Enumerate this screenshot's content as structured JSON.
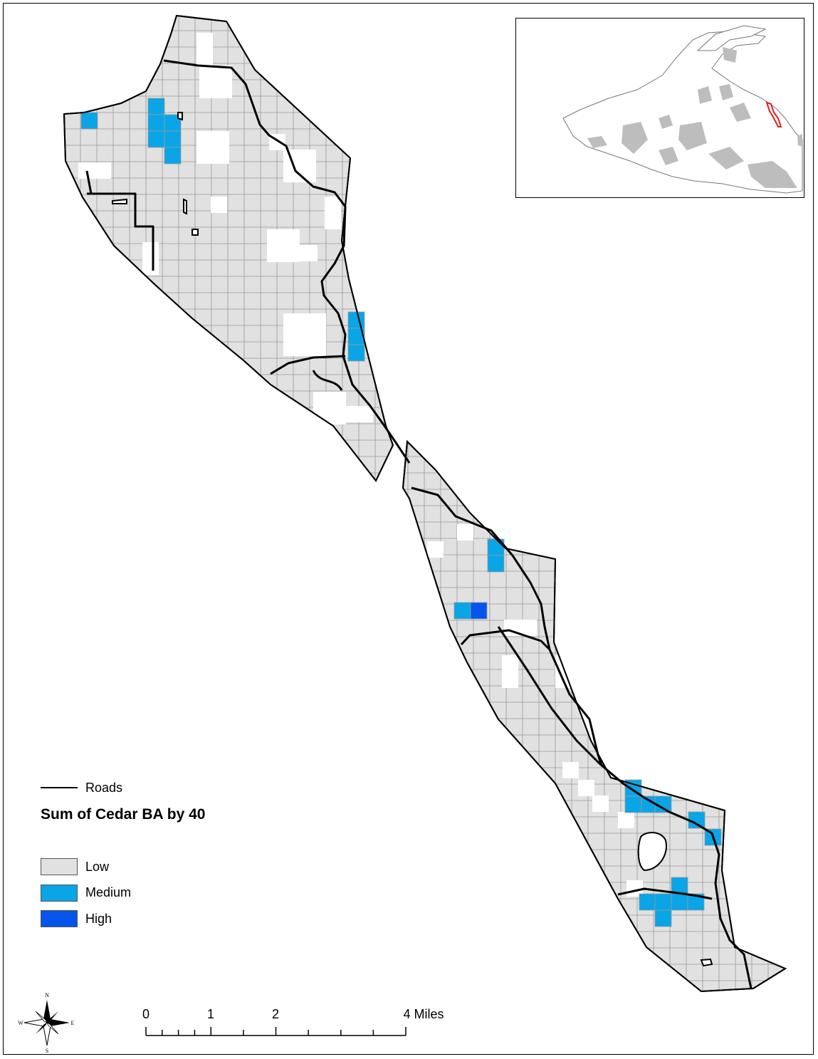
{
  "legend": {
    "title": "Sum of Cedar BA by 40",
    "roads_label": "Roads",
    "classes": [
      {
        "label": "Low",
        "color": "#e1e1e1"
      },
      {
        "label": "Medium",
        "color": "#0aa5e6"
      },
      {
        "label": "High",
        "color": "#0555ec"
      }
    ]
  },
  "scale_bar": {
    "labels": [
      "0",
      "1",
      "2",
      "4 Miles"
    ],
    "values": [
      0,
      1,
      2,
      4
    ],
    "unit": "Miles"
  },
  "north_arrow": {
    "n": "N",
    "s": "S",
    "e": "E",
    "w": "W"
  },
  "colors": {
    "road": "#000000",
    "low": "#e1e1e1",
    "medium": "#0aa5e6",
    "high": "#0555ec",
    "grid_line": "#9a9a9a",
    "inset_land": "#bdbdbd",
    "inset_highlight": "#e0201e"
  }
}
